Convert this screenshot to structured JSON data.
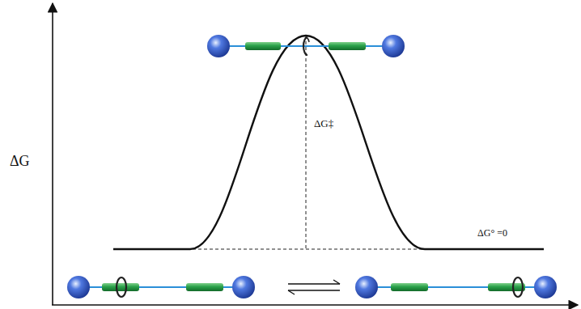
{
  "diagram": {
    "labels": [
      "ΔG",
      "ΔG‡",
      "ΔG° =0"
    ]
  }
}
